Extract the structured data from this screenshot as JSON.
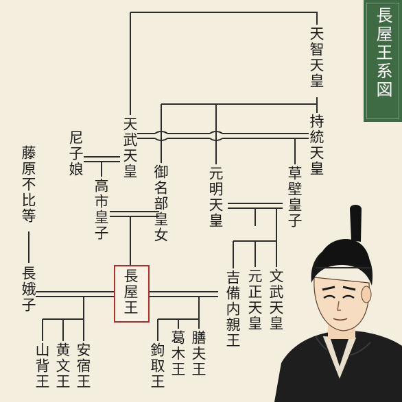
{
  "title": "長屋王系図",
  "people": {
    "tenji": "天智天皇",
    "jito": "持統天皇",
    "tenmu": "天武天皇",
    "amako": "尼子娘",
    "takechi": "高市皇子",
    "minabe": "御名部皇女",
    "genmei": "元明天皇",
    "kusakabe": "草壁皇子",
    "fujiwara_fuhito": "藤原不比等",
    "nagaya": "長屋王",
    "nagako": "長娥子",
    "kibi": "吉備内親王",
    "gensho": "元正天皇",
    "monmu": "文武天皇",
    "yamashiro": "山背王",
    "kibumi": "黄文王",
    "asukabe": "安宿王",
    "kashitori": "鉤取王",
    "kazuraki": "葛木王",
    "kashiwade": "膳夫王"
  },
  "colors": {
    "background": "#f3eedd",
    "line": "#2b2b2b",
    "title_bg": "#3e6b43",
    "highlight": "#b52a2a"
  },
  "illustration": "prince-portrait"
}
